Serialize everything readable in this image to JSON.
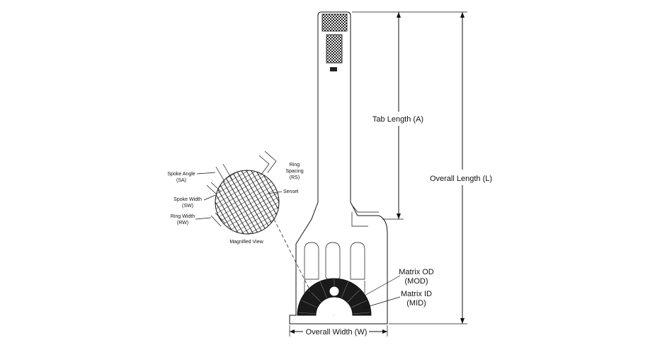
{
  "diagram": {
    "labels": {
      "tab_length": "Tab Length (A)",
      "overall_length": "Overall Length (L)",
      "overall_width": "Overall Width (W)",
      "matrix_od_line1": "Matrix OD",
      "matrix_od_line2": "(MOD)",
      "matrix_id_line1": "Matrix ID",
      "matrix_id_line2": "(MID)",
      "spoke_angle_line1": "Spoke Angle",
      "spoke_angle_line2": "(SA)",
      "spoke_width_line1": "Spoke Width",
      "spoke_width_line2": "(SW)",
      "ring_width_line1": "Ring Width",
      "ring_width_line2": "(RW)",
      "ring_spacing_line1": "Ring",
      "ring_spacing_line2": "Spacing",
      "ring_spacing_line3": "(RS)",
      "sensel": "Sensel",
      "magnified_view": "Magnified View"
    },
    "colors": {
      "ink": "#111111",
      "background": "#ffffff",
      "hatch": "#333333"
    }
  }
}
